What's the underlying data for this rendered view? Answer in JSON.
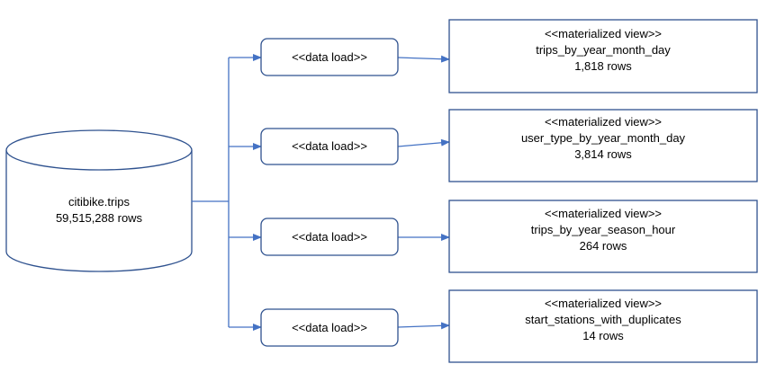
{
  "source": {
    "name": "citibike.trips",
    "rows": "59,515,288 rows"
  },
  "load_label": "<<data load>>",
  "views": [
    {
      "stereotype": "<<materialized view>>",
      "name": "trips_by_year_month_day",
      "rows": "1,818 rows"
    },
    {
      "stereotype": "<<materialized view>>",
      "name": "user_type_by_year_month_day",
      "rows": "3,814 rows"
    },
    {
      "stereotype": "<<materialized view>>",
      "name": "trips_by_year_season_hour",
      "rows": "264 rows"
    },
    {
      "stereotype": "<<materialized view>>",
      "name": "start_stations_with_duplicates",
      "rows": "14 rows"
    }
  ],
  "colors": {
    "connector": "#4472C4",
    "border": "#2F528F"
  }
}
